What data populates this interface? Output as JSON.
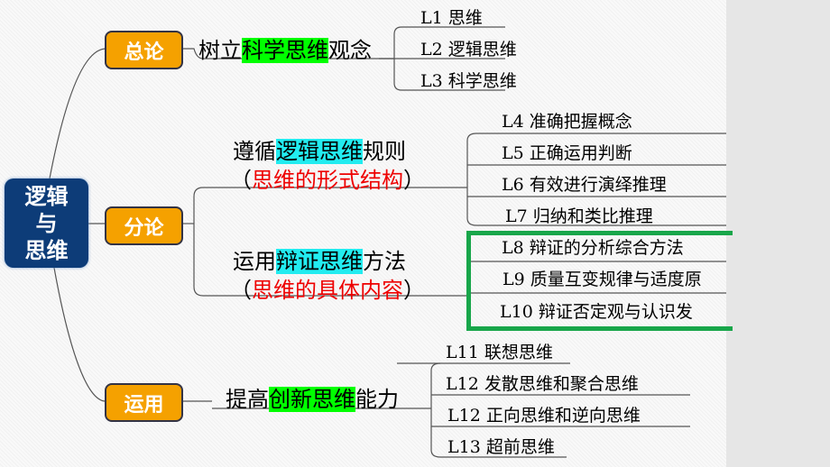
{
  "root": "逻辑\n与\n思维",
  "branches": [
    {
      "label": "总论",
      "topic": {
        "pre": "树立",
        "hl": "科学思维",
        "post": "观念"
      },
      "items": [
        "L1  思维",
        "L2  逻辑思维",
        "L3  科学思维"
      ]
    },
    {
      "label": "分论",
      "sub1": {
        "pre": "遵循",
        "hl": "逻辑思维",
        "post": "规则",
        "note_open": "（",
        "note": "思维的形式结构",
        "note_close": "）",
        "items": [
          "L4  准确把握概念",
          "L5  正确运用判断",
          "L6  有效进行演绎推理",
          "L7  归纳和类比推理"
        ]
      },
      "sub2": {
        "pre": "运用",
        "hl": "辩证思维",
        "post": "方法",
        "note_open": "（",
        "note": "思维的具体内容",
        "note_close": "）",
        "items": [
          "L8  辩证的分析综合方法",
          "L9  质量互变规律与适度原",
          "L10  辩证否定观与认识发"
        ]
      }
    },
    {
      "label": "运用",
      "topic": {
        "pre": "提高",
        "hl": "创新思维",
        "post": "能力"
      },
      "items": [
        "L11  联想思维",
        "L12  发散思维和聚合思维",
        "L12  正向思维和逆向思维",
        "L13  超前思维"
      ]
    }
  ],
  "colors": {
    "orange": "#f5a100",
    "root": "#0d3c78",
    "green_hl": "#00ff00",
    "cyan_hl": "#22ecf0",
    "frame": "#18a64a"
  }
}
